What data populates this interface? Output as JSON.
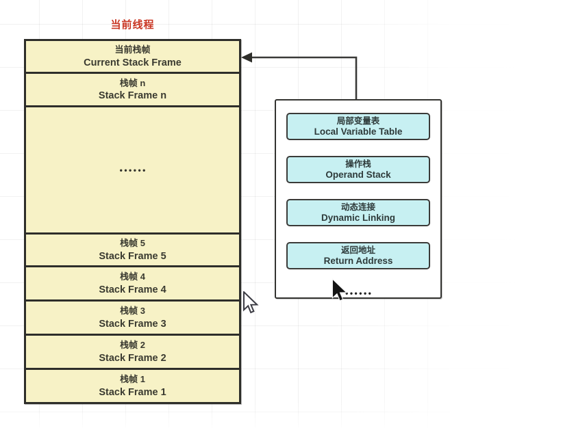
{
  "diagram_title": "当前线程",
  "colors": {
    "frame_fill": "#f7f2c6",
    "detail_fill": "#c7f0f2",
    "title_red": "#c93522",
    "line_ink": "#2e2e2a"
  },
  "stack": {
    "title": "当前线程",
    "frames": [
      {
        "zh": "当前栈帧",
        "en": "Current Stack Frame"
      },
      {
        "zh": "栈帧 n",
        "en": "Stack Frame n"
      },
      {
        "zh": "栈帧 5",
        "en": "Stack Frame 5"
      },
      {
        "zh": "栈帧 4",
        "en": "Stack Frame 4"
      },
      {
        "zh": "栈帧 3",
        "en": "Stack Frame 3"
      },
      {
        "zh": "栈帧 2",
        "en": "Stack Frame 2"
      },
      {
        "zh": "栈帧 1",
        "en": "Stack Frame 1"
      }
    ],
    "ellipsis": "••••••"
  },
  "frame_detail": {
    "items": [
      {
        "zh": "局部变量表",
        "en": "Local Variable Table"
      },
      {
        "zh": "操作栈",
        "en": "Operand Stack"
      },
      {
        "zh": "动态连接",
        "en": "Dynamic Linking"
      },
      {
        "zh": "返回地址",
        "en": "Return Address"
      }
    ],
    "ellipsis": "••••••"
  }
}
